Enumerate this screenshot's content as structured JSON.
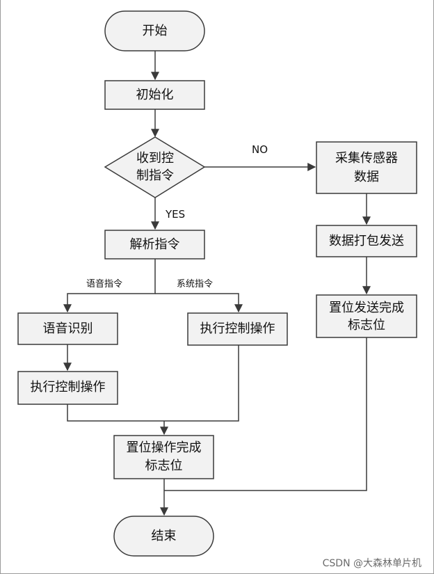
{
  "nodes": {
    "start": "开始",
    "init": "初始化",
    "decision_1": "收到控",
    "decision_2": "制指令",
    "parse": "解析指令",
    "voice": "语音识别",
    "exec_left": "执行控制操作",
    "exec_right": "执行控制操作",
    "set_flag_1": "置位操作完成",
    "set_flag_2": "标志位",
    "end": "结束",
    "collect_1": "采集传感器",
    "collect_2": "数据",
    "pack": "数据打包发送",
    "send_flag_1": "置位发送完成",
    "send_flag_2": "标志位"
  },
  "edges": {
    "no": "NO",
    "yes": "YES",
    "voice_cmd": "语音指令",
    "system_cmd": "系统指令"
  },
  "watermark": "CSDN @大森林单片机"
}
